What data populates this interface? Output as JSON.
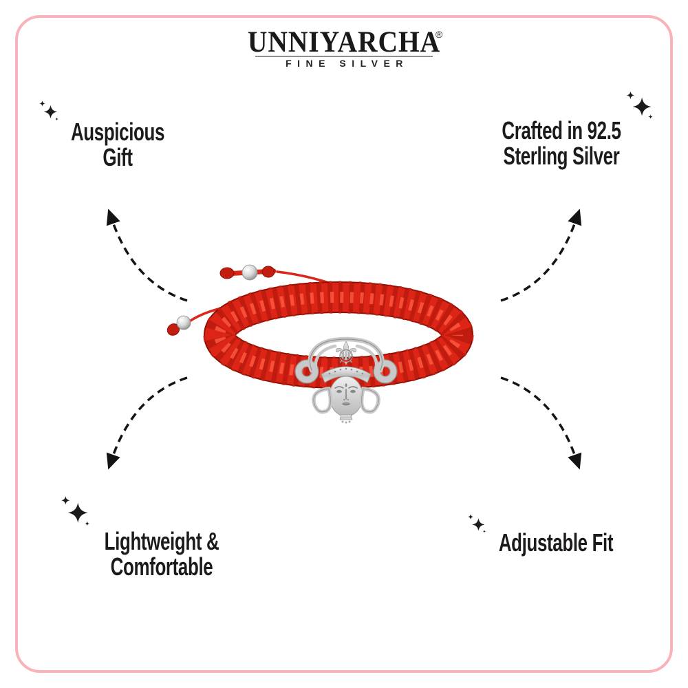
{
  "brand": {
    "name": "UNNIYARCHA",
    "registered_mark": "®",
    "tagline": "FINE SILVER"
  },
  "features": {
    "top_left": {
      "lines": [
        "Auspicious",
        "Gift"
      ]
    },
    "top_right": {
      "lines": [
        "Crafted in 92.5",
        "Sterling Silver"
      ]
    },
    "bottom_left": {
      "lines": [
        "Lightweight &",
        "Comfortable"
      ]
    },
    "bottom_right": {
      "lines": [
        "Adjustable Fit"
      ]
    }
  },
  "icons": {
    "sparkle": "sparkle-icon"
  },
  "bracelet": {
    "alt": "Red macrame thread bracelet with silver Durga face charm, adjustable cord ends with silver beads"
  },
  "colors": {
    "frame_border": "#f9b2b9",
    "text": "#1d1a1b",
    "arrow": "#141414",
    "bracelet_red": "#dd2517",
    "bracelet_red_dark": "#a61408",
    "bracelet_red_light": "#ff5a41",
    "silver": "#c9c9c9"
  }
}
